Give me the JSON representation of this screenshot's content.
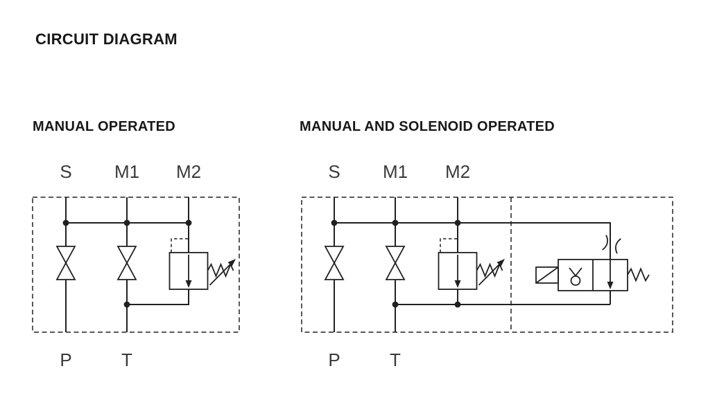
{
  "title": "CIRCUIT DIAGRAM",
  "diagrams": {
    "manual": {
      "heading": "MANUAL OPERATED",
      "ports_top": [
        "S",
        "M1",
        "M2"
      ],
      "ports_bottom": [
        "P",
        "T"
      ],
      "symbols": [
        "shutoff-valve",
        "shutoff-valve",
        "pressure-relief-valve"
      ]
    },
    "manual_solenoid": {
      "heading": "MANUAL AND SOLENOID OPERATED",
      "ports_top": [
        "S",
        "M1",
        "M2"
      ],
      "ports_bottom": [
        "P",
        "T"
      ],
      "symbols": [
        "shutoff-valve",
        "shutoff-valve",
        "pressure-relief-valve",
        "solenoid-poppet-valve"
      ]
    }
  },
  "colors": {
    "line": "#231f20",
    "label": "#3a3a3a",
    "heading": "#181818",
    "background": "#ffffff"
  }
}
